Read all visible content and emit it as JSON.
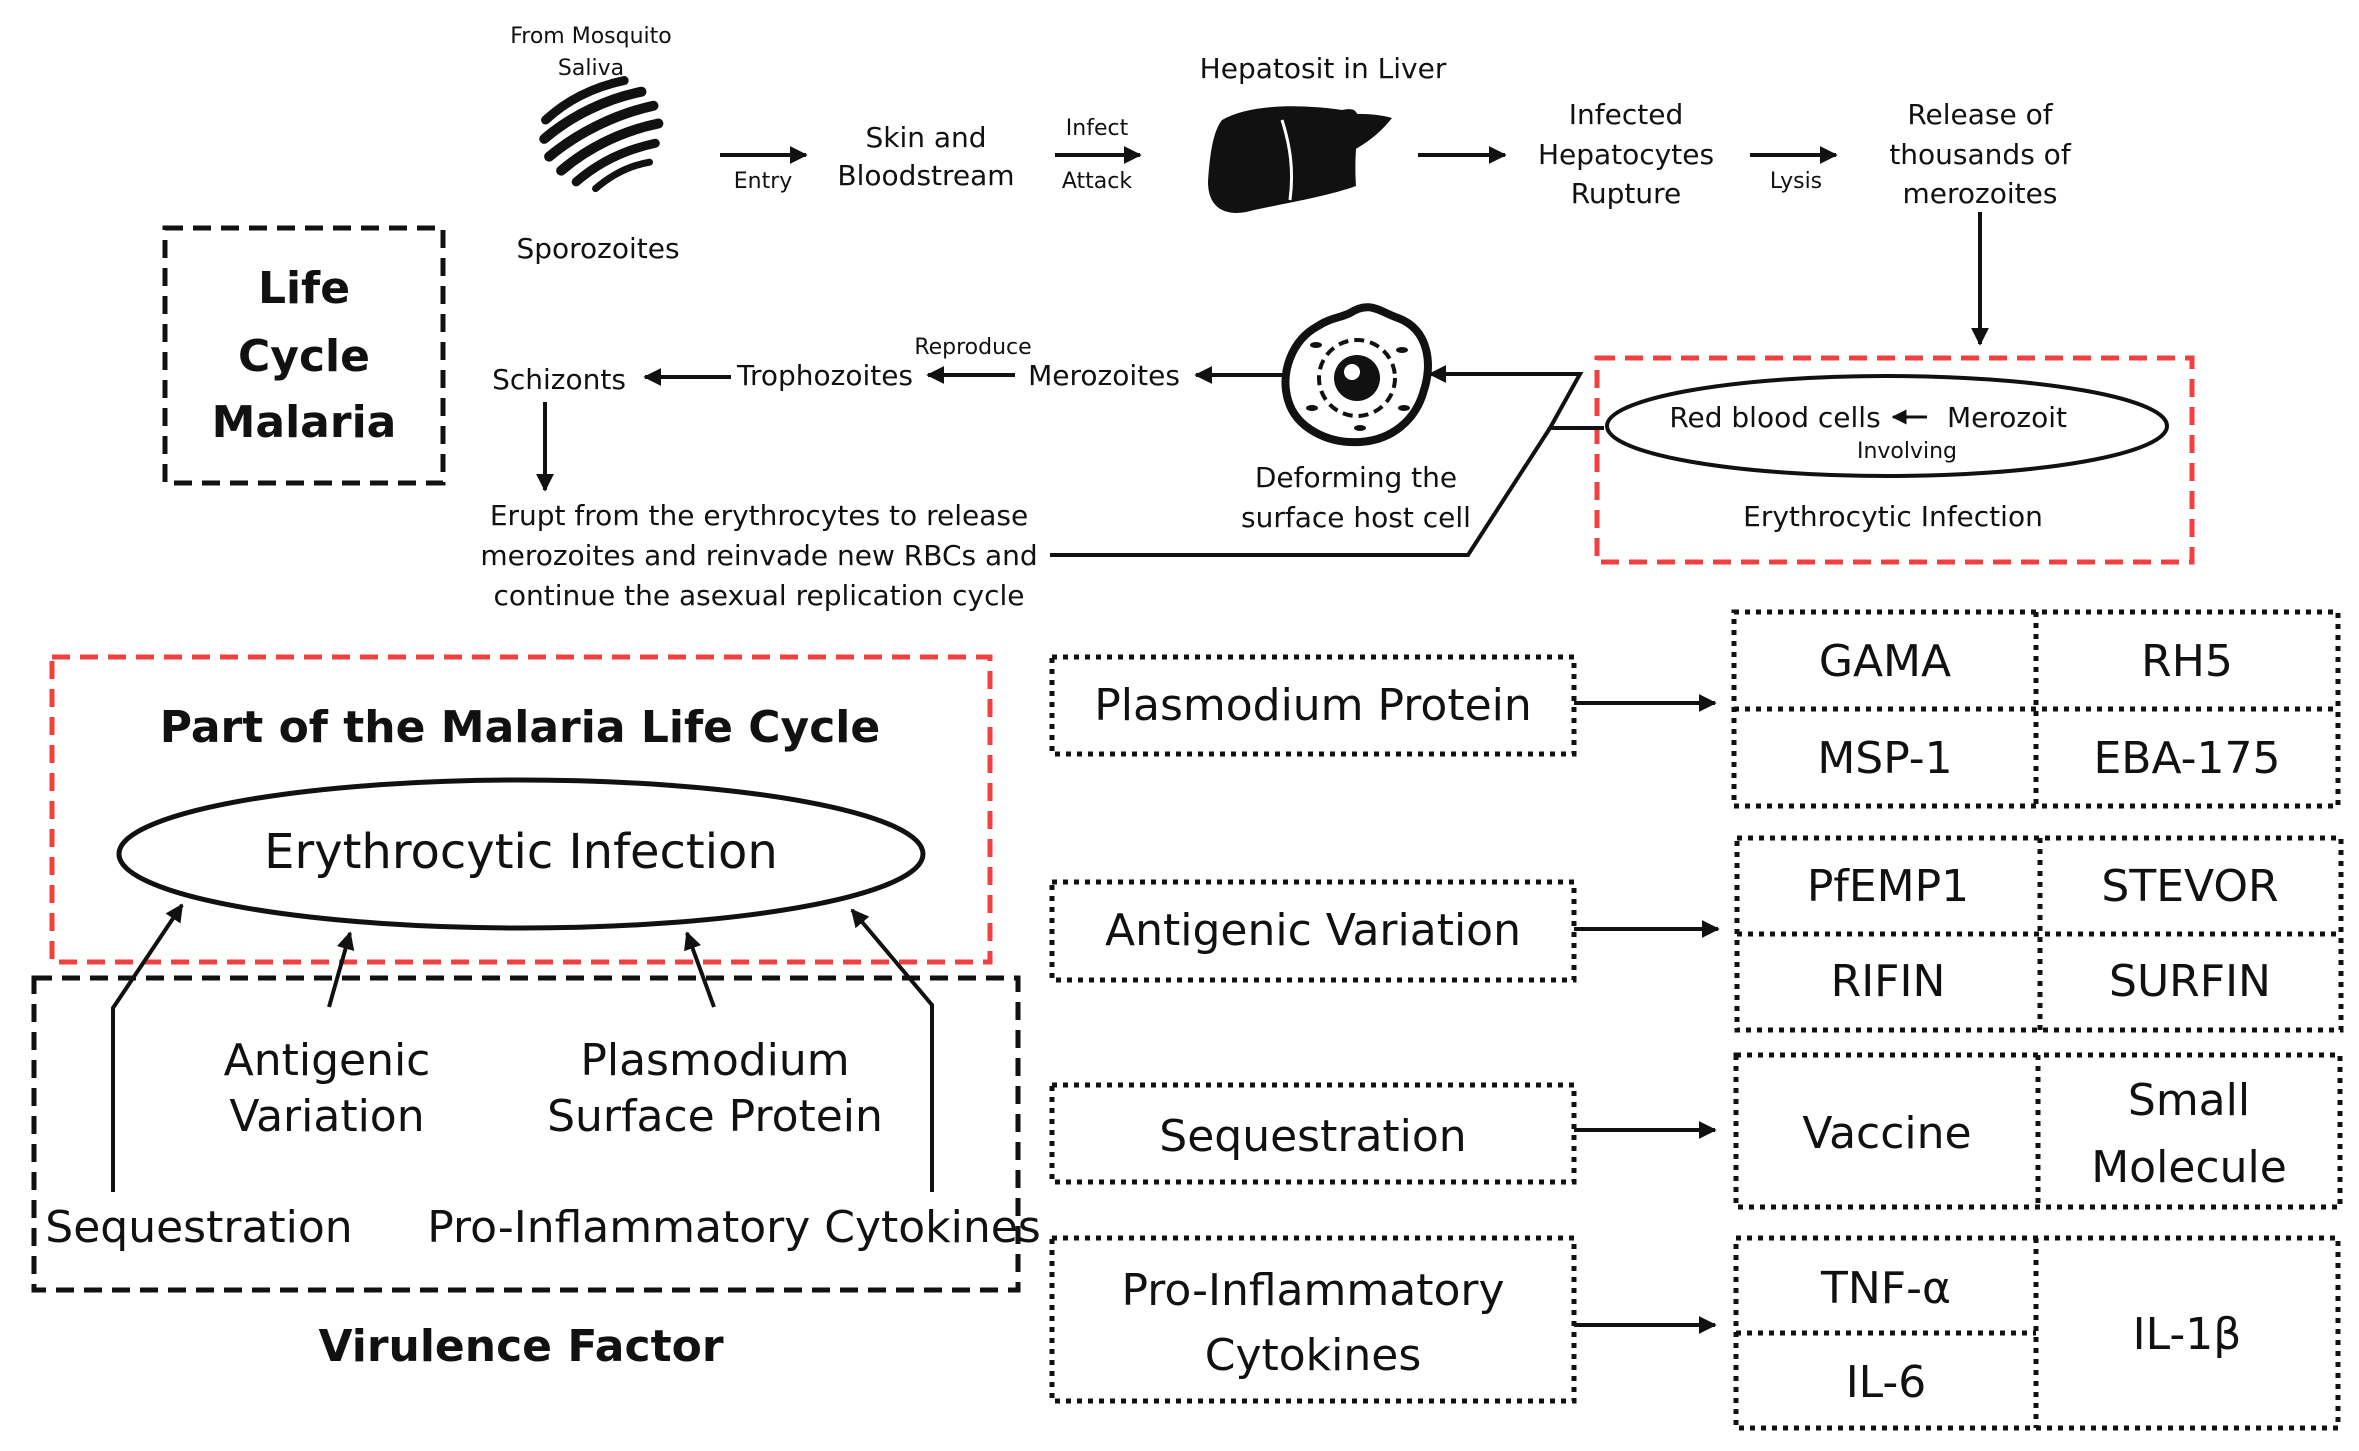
{
  "colors": {
    "ink": "#111111",
    "highlight_red": "#f04040",
    "background": "#ffffff"
  },
  "life_cycle": {
    "title_lines": [
      "Life",
      "Cycle",
      "Malaria"
    ],
    "mosquito_note_lines": [
      "From Mosquito",
      "Saliva"
    ],
    "sporozoites": "Sporozoites",
    "entry": "Entry",
    "skin_lines": [
      "Skin and",
      "Bloodstream"
    ],
    "infect": "Infect",
    "attack": "Attack",
    "liver_label": "Hepatosit in Liver",
    "rupture_lines": [
      "Infected",
      "Hepatocytes",
      "Rupture"
    ],
    "lysis": "Lysis",
    "release_lines": [
      "Release of",
      "thousands of",
      "merozoites"
    ],
    "rbc": "Red blood cells",
    "merozoit": "Merozoit",
    "involving": "Involving",
    "erythrocytic_small": "Erythrocytic Infection",
    "deforming_lines": [
      "Deforming the",
      "surface host cell"
    ],
    "merozoites": "Merozoites",
    "reproduce": "Reproduce",
    "trophozoites": "Trophozoites",
    "schizonts": "Schizonts",
    "erupt_lines": [
      "Erupt from the erythrocytes to release",
      "merozoites and reinvade new RBCs and",
      "continue the asexual replication cycle"
    ]
  },
  "virulence": {
    "part_title": "Part of the Malaria Life Cycle",
    "erythrocytic_big": "Erythrocytic Infection",
    "antigenic_lines": [
      "Antigenic",
      "Variation"
    ],
    "plasmodium_lines": [
      "Plasmodium",
      "Surface Protein"
    ],
    "sequestration": "Sequestration",
    "cytokines": "Pro-Inflammatory Cytokines",
    "footer": "Virulence Factor"
  },
  "categories": {
    "plasmodium_protein": {
      "label": "Plasmodium Protein",
      "items": [
        "GAMA",
        "RH5",
        "MSP-1",
        "EBA-175"
      ]
    },
    "antigenic_variation": {
      "label": "Antigenic Variation",
      "items": [
        "PfEMP1",
        "STEVOR",
        "RIFIN",
        "SURFIN"
      ]
    },
    "sequestration": {
      "label": "Sequestration",
      "items": [
        "Vaccine"
      ],
      "small_molecule_lines": [
        "Small",
        "Molecule"
      ]
    },
    "cytokines": {
      "label_lines": [
        "Pro-Inflammatory",
        "Cytokines"
      ],
      "items": [
        "TNF-α",
        "IL-6",
        "IL-1β"
      ]
    }
  }
}
